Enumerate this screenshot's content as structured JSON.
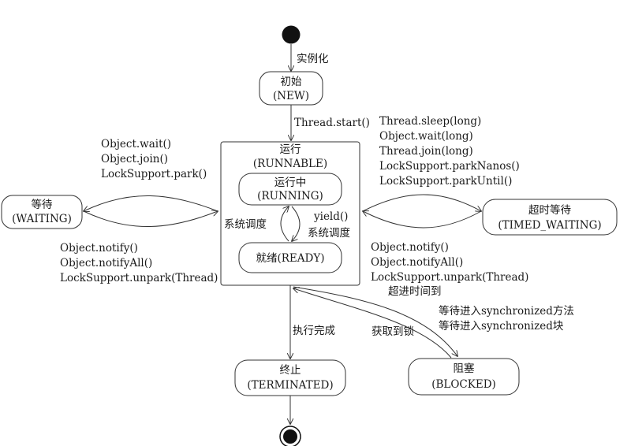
{
  "nodes": {
    "new": {
      "name": "初始",
      "sub": "(NEW)"
    },
    "runnable": {
      "name": "运行",
      "sub": "(RUNNABLE)"
    },
    "running": {
      "name": "运行中",
      "sub": "(RUNNING)"
    },
    "ready": {
      "label": "就绪(READY)"
    },
    "waiting": {
      "name": "等待",
      "sub": "(WAITING)"
    },
    "timed_waiting": {
      "name": "超时等待",
      "sub": "(TIMED_WAITING)"
    },
    "terminated": {
      "name": "终止",
      "sub": "(TERMINATED)"
    },
    "blocked": {
      "name": "阻塞",
      "sub": "(BLOCKED)"
    }
  },
  "edges": {
    "instantiate": "实例化",
    "thread_start": "Thread.start()",
    "scheduler_left": "系统调度",
    "yield": "yield()",
    "scheduler_right": "系统调度",
    "to_waiting": [
      "Object.wait()",
      "Object.join()",
      "LockSupport.park()"
    ],
    "from_waiting": [
      "Object.notify()",
      "Object.notifyAll()",
      "LockSupport.unpark(Thread)"
    ],
    "to_timed_waiting": [
      "Thread.sleep(long)",
      "Object.wait(long)",
      "Thread.join(long)",
      "LockSupport.parkNanos()",
      "LockSupport.parkUntil()"
    ],
    "from_timed_waiting": [
      "Object.notify()",
      "Object.notifyAll()",
      "LockSupport.unpark(Thread)",
      "超进时间到"
    ],
    "finish": "执行完成",
    "acquire_lock": "获取到锁",
    "to_blocked": [
      "等待进入synchronized方法",
      "等待进入synchronized块"
    ]
  }
}
